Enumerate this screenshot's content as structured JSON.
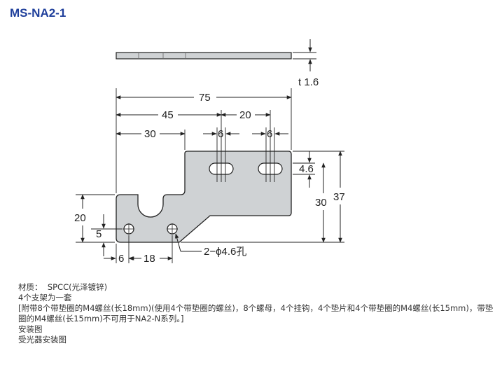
{
  "page": {
    "title": "MS-NA2-1",
    "material_label": "材质：",
    "material_value": "SPCC(光泽镀锌)",
    "set_title": "4个支架为一套",
    "set_desc": "[附带8个带垫圈的M4螺丝(长18mm)(使用4个带垫圈的螺丝)，8个螺母，4个挂钩，4个垫片和4个带垫圈的M4螺丝(长15mm)，带垫圈的M4螺丝(长15mm)不可用于NA2-N系列。]",
    "section_install": "安装图",
    "section_receiver": "受光器安装图"
  },
  "drawing": {
    "thickness": "t 1.6",
    "dim_75": "75",
    "dim_45": "45",
    "dim_20_top": "20",
    "dim_30_top": "30",
    "dim_6_left": "6",
    "dim_6_right": "6",
    "dim_4_6": "4.6",
    "dim_30_right": "30",
    "dim_37": "37",
    "dim_20_left": "20",
    "dim_5": "5",
    "dim_6_bottom": "6",
    "dim_18": "18",
    "hole_note": "2−ϕ4.6孔"
  }
}
